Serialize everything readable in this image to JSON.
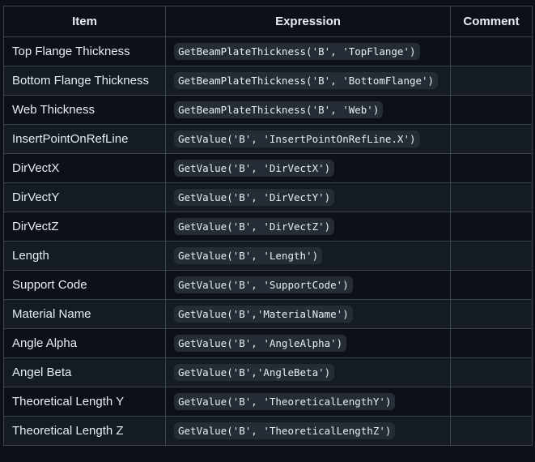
{
  "table": {
    "headers": [
      "Item",
      "Expression",
      "Comment"
    ],
    "rows": [
      {
        "item": "Top Flange Thickness",
        "expression": "GetBeamPlateThickness('B', 'TopFlange')",
        "comment": ""
      },
      {
        "item": "Bottom Flange Thickness",
        "expression": "GetBeamPlateThickness('B', 'BottomFlange')",
        "comment": ""
      },
      {
        "item": "Web Thickness",
        "expression": "GetBeamPlateThickness('B', 'Web')",
        "comment": ""
      },
      {
        "item": "InsertPointOnRefLine",
        "expression": "GetValue('B', 'InsertPointOnRefLine.X')",
        "comment": ""
      },
      {
        "item": "DirVectX",
        "expression": "GetValue('B', 'DirVectX')",
        "comment": ""
      },
      {
        "item": "DirVectY",
        "expression": "GetValue('B', 'DirVectY')",
        "comment": ""
      },
      {
        "item": "DirVectZ",
        "expression": "GetValue('B', 'DirVectZ')",
        "comment": ""
      },
      {
        "item": "Length",
        "expression": "GetValue('B', 'Length')",
        "comment": ""
      },
      {
        "item": "Support Code",
        "expression": "GetValue('B', 'SupportCode')",
        "comment": ""
      },
      {
        "item": "Material Name",
        "expression": "GetValue('B','MaterialName')",
        "comment": ""
      },
      {
        "item": "Angle Alpha",
        "expression": "GetValue('B', 'AngleAlpha')",
        "comment": ""
      },
      {
        "item": "Angel Beta",
        "expression": "GetValue('B','AngleBeta')",
        "comment": ""
      },
      {
        "item": "Theoretical Length Y",
        "expression": "GetValue('B', 'TheoreticalLengthY')",
        "comment": ""
      },
      {
        "item": "Theoretical Length Z",
        "expression": "GetValue('B', 'TheoreticalLengthZ')",
        "comment": ""
      }
    ]
  }
}
